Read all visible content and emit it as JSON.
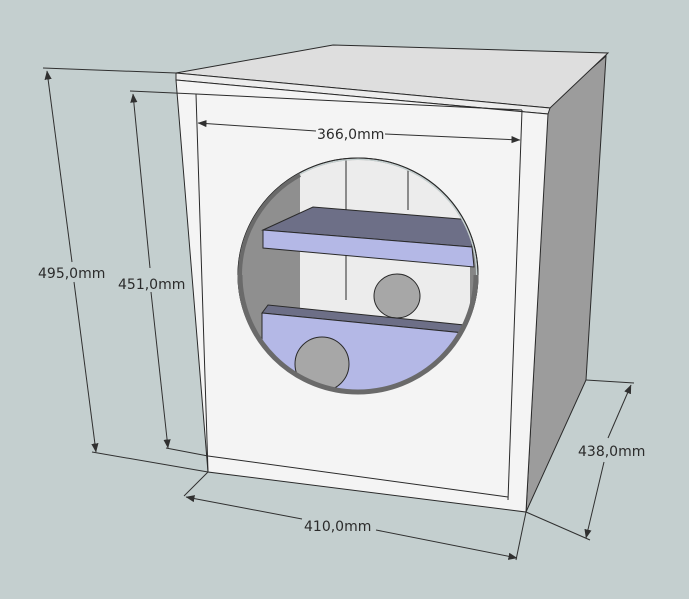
{
  "colors": {
    "background": "#c4cfcf",
    "front_face": "#f4f4f4",
    "top_face": "#dedede",
    "side_face": "#9c9c9c",
    "interior_dark": "#858585",
    "shelf_top": "#6d6f87",
    "shelf_front": "#b4b8e6",
    "port_fill": "#a7a7a7"
  },
  "dimensions": {
    "inner_width": "366,0mm",
    "outer_height": "495,0mm",
    "inner_height": "451,0mm",
    "outer_width": "410,0mm",
    "depth": "438,0mm"
  }
}
